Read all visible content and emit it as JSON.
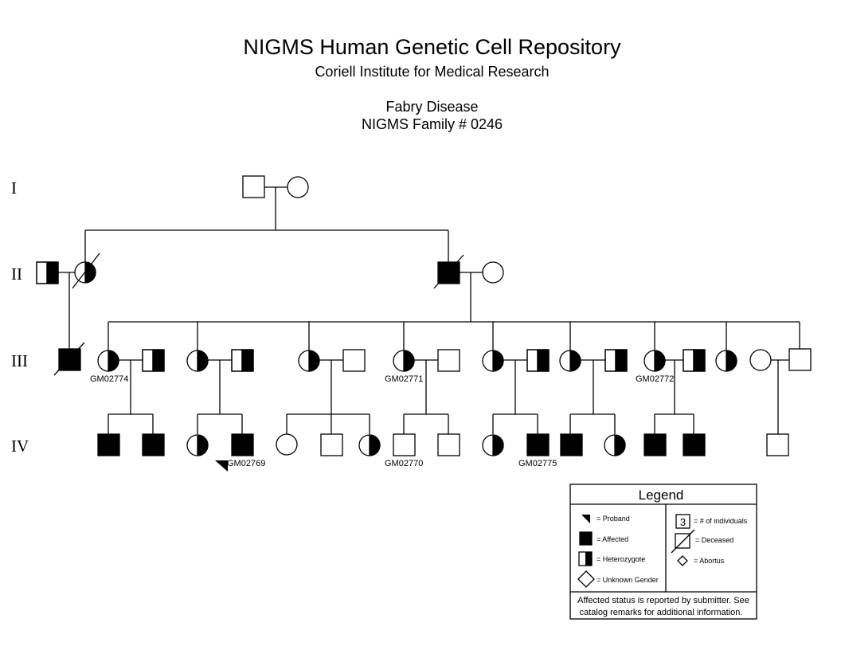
{
  "header": {
    "title": "NIGMS Human Genetic Cell Repository",
    "subtitle": "Coriell Institute for Medical Research",
    "disease": "Fabry Disease",
    "family": "NIGMS Family # 0246"
  },
  "generations": [
    "I",
    "II",
    "III",
    "IV"
  ],
  "cell_lines": {
    "iii_1": "GM02774",
    "iii_4": "GM02771",
    "iii_7": "GM02772",
    "iv_4": "GM02769",
    "iv_8": "GM02770",
    "iv_11": "GM02775"
  },
  "legend": {
    "title": "Legend",
    "proband": "= Proband",
    "affected": "= Affected",
    "heterozygote": "= Heterozygote",
    "unknown_gender": "= Unknown Gender",
    "count_symbol": "3",
    "count": "= # of individuals",
    "deceased": "= Deceased",
    "abortus": "= Abortus",
    "note_line1": "Affected status is reported by submitter. See",
    "note_line2": "catalog remarks for additional information."
  }
}
